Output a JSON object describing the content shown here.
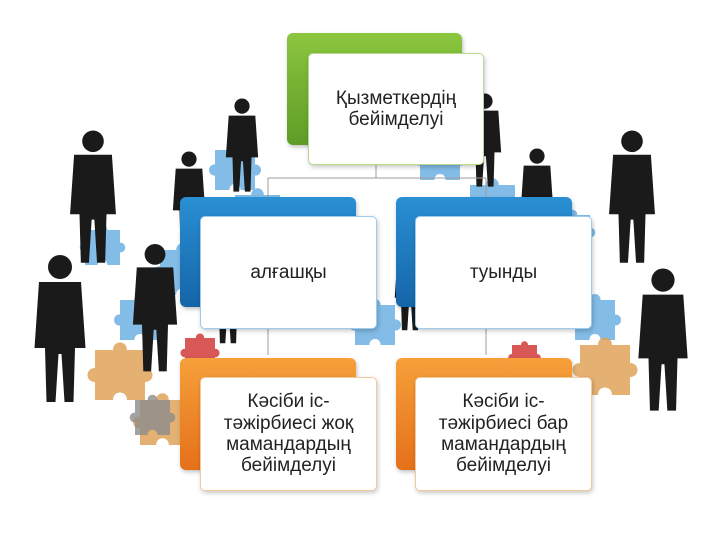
{
  "diagram": {
    "root": {
      "label": "Қызметкердің\nбейімделуі"
    },
    "level2": [
      {
        "label": "алғашқы"
      },
      {
        "label": "туынды"
      }
    ],
    "level3": [
      {
        "label": "Кәсіби іс-\nтәжірбиесі жоқ\nмамандардың\nбейімделуі"
      },
      {
        "label": "Кәсіби іс-\nтәжірбиесі бар\nмамандардың\nбейімделуі"
      }
    ]
  },
  "colors": {
    "root_accent": "#7ab530",
    "level2_accent": "#1f7cc4",
    "level3_accent": "#f08a2a",
    "figures": "#1a1a1a"
  }
}
